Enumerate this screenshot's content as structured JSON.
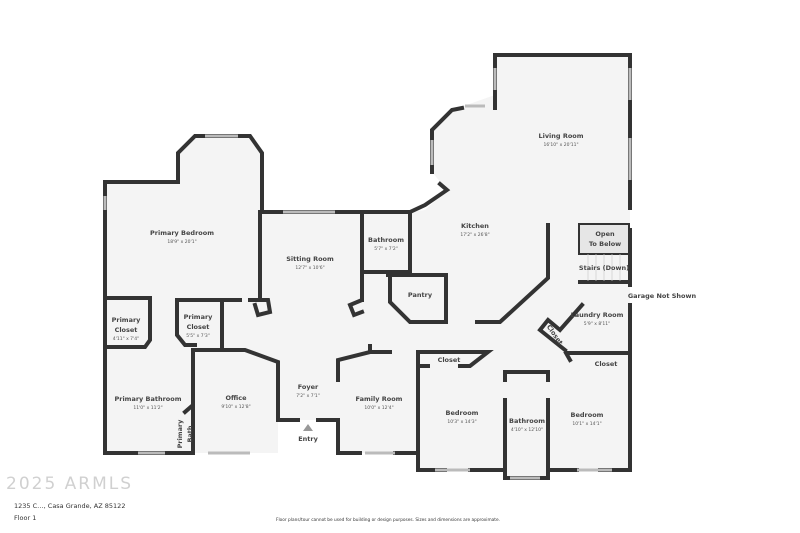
{
  "rooms": {
    "primary_bedroom": {
      "name": "Primary Bedroom",
      "dim": "18'9\" x 20'1\""
    },
    "sitting_room": {
      "name": "Sitting Room",
      "dim": "12'7\" x 10'6\""
    },
    "bathroom_1": {
      "name": "Bathroom",
      "dim": "5'7\" x 7'2\""
    },
    "kitchen": {
      "name": "Kitchen",
      "dim": "17'2\" x 26'8\""
    },
    "living_room": {
      "name": "Living Room",
      "dim": "16'10\" x 20'11\""
    },
    "pantry": {
      "name": "Pantry"
    },
    "open_to_below": {
      "name_1": "Open",
      "name_2": "To Below"
    },
    "stairs": {
      "name": "Stairs (Down)"
    },
    "laundry_room": {
      "name": "Laundry Room",
      "dim": "5'9\" x 8'11\""
    },
    "laundry_closet": {
      "name": "Closet"
    },
    "primary_closet_1": {
      "name_1": "Primary",
      "name_2": "Closet",
      "dim": "4'11\" x 7'4\""
    },
    "primary_closet_2": {
      "name_1": "Primary",
      "name_2": "Closet",
      "dim": "5'5\" x 7'3\""
    },
    "primary_bathroom": {
      "name": "Primary Bathroom",
      "dim": "11'0\" x 11'2\""
    },
    "primary_bath": {
      "name_1": "Primary",
      "name_2": "Bath"
    },
    "office": {
      "name": "Office",
      "dim": "9'10\" x 12'8\""
    },
    "foyer": {
      "name": "Foyer",
      "dim": "7'2\" x 7'1\""
    },
    "family_room": {
      "name": "Family Room",
      "dim": "10'0\" x 12'4\""
    },
    "bedroom_1": {
      "name": "Bedroom",
      "dim": "10'3\" x 14'3\""
    },
    "closet_1": {
      "name": "Closet"
    },
    "bathroom_2": {
      "name": "Bathroom",
      "dim": "4'10\" x 12'10\""
    },
    "bedroom_2": {
      "name": "Bedroom",
      "dim": "10'1\" x 14'1\""
    },
    "closet_2": {
      "name": "Closet"
    }
  },
  "labels": {
    "entry": "Entry",
    "garage": "Garage Not Shown"
  },
  "footer": {
    "address": "1235 C…, Casa Grande, AZ 85122",
    "floor": "Floor 1",
    "disclaimer": "Floor plans/tour cannot be used for building or design purposes. Sizes and dimensions are approximate.",
    "watermark": "2025 ARMLS"
  },
  "colors": {
    "wall": "#333333",
    "floor": "#f5f5f5",
    "window": "#bbbbbb"
  }
}
